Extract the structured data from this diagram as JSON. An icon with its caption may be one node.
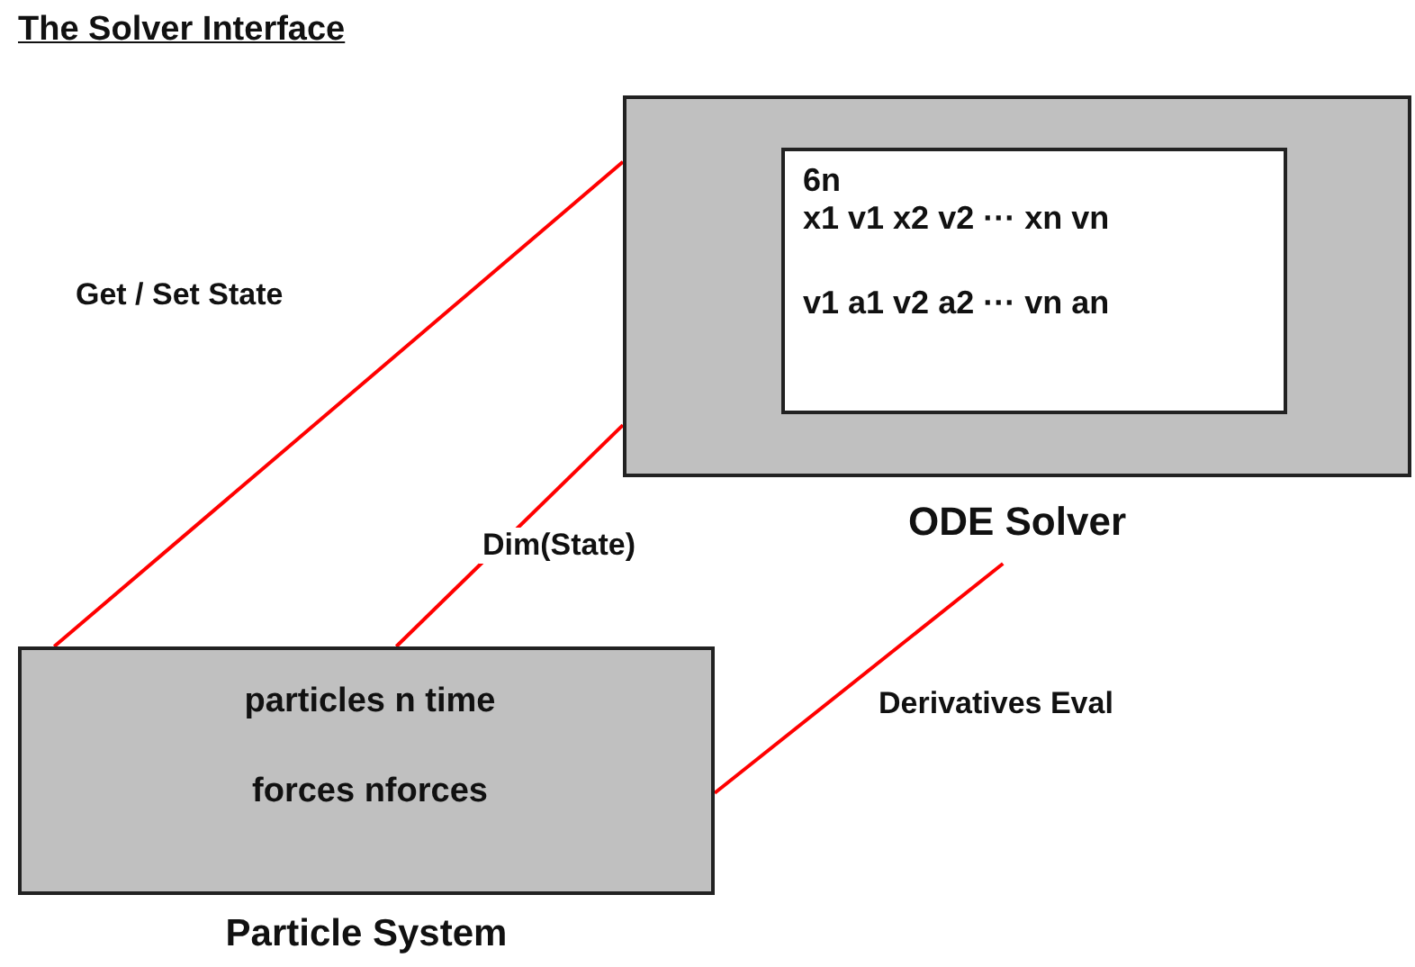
{
  "diagram": {
    "title": "The Solver Interface",
    "nodes": [
      {
        "text": [
          "ODE Solver"
        ]
      },
      {
        "text": [
          "6n",
          "x1 v1 x2 v2 ··· xn vn",
          "v1 a1 v2 a2 ··· vn an"
        ],
        "in": 0
      },
      {
        "text": [
          "particles n time",
          "forces nforces",
          "Particle System"
        ]
      }
    ],
    "edges": [
      {
        "from": 2,
        "to": 0,
        "arrow": "none",
        "label": "Get / Set State",
        "color": "#ff0000"
      },
      {
        "from": 2,
        "to": 0,
        "arrow": "none",
        "label": "Dim(State)",
        "color": "#ff0000"
      },
      {
        "from": 2,
        "to": 0,
        "arrow": "none",
        "label": "Derivatives Eval",
        "color": "#ff0000"
      }
    ]
  }
}
